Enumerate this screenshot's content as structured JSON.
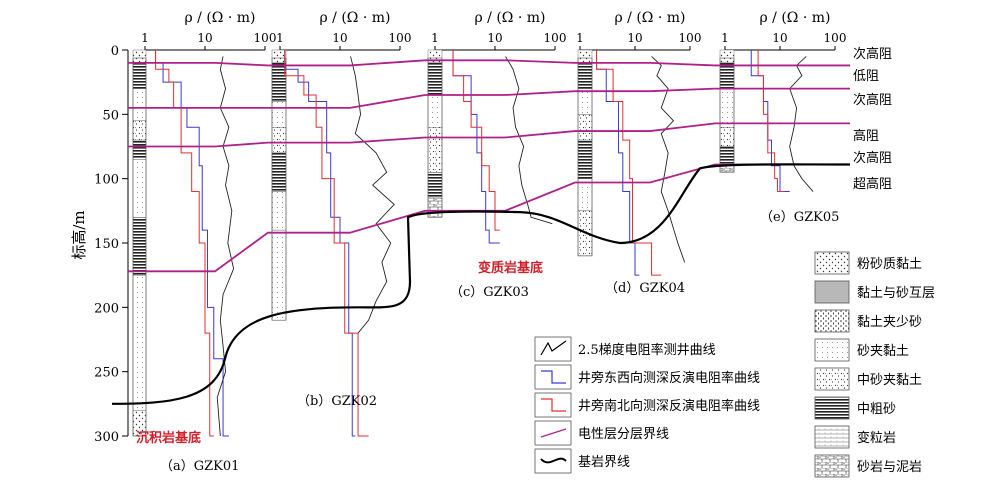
{
  "chart_data": {
    "type": "line",
    "axes": {
      "ylabel": "标高/m",
      "yticks": [
        "0",
        "50",
        "100",
        "150",
        "200",
        "250",
        "300"
      ],
      "ylim": [
        0,
        300
      ],
      "xlabel": "ρ / (Ω · m)",
      "xticks": [
        "1",
        "10",
        "100"
      ],
      "xlim": [
        1,
        100
      ],
      "xscale": "log"
    },
    "wells": [
      {
        "id": "GZK01",
        "caption": "（a）GZK01"
      },
      {
        "id": "GZK02",
        "caption": "（b）GZK02"
      },
      {
        "id": "GZK03",
        "caption": "（c）GZK03"
      },
      {
        "id": "GZK04",
        "caption": "（d）GZK04"
      },
      {
        "id": "GZK05",
        "caption": "（e）GZK05"
      }
    ],
    "zone_labels": [
      "次高阻",
      "低阻",
      "次高阻",
      "高阻",
      "次高阻",
      "超高阻"
    ],
    "basement_notes": [
      {
        "text": "沉积岩基底",
        "color": "#d0202a"
      },
      {
        "text": "变质岩基底",
        "color": "#d0202a"
      }
    ],
    "legend_curves": [
      {
        "key": "log",
        "label": "2.5梯度电阻率测井曲线",
        "color": "#000000"
      },
      {
        "key": "ew",
        "label": "井旁东西向测深反演电阻率曲线",
        "color": "#3a3ad0"
      },
      {
        "key": "ns",
        "label": "井旁南北向测深反演电阻率曲线",
        "color": "#e03030"
      },
      {
        "key": "layer",
        "label": "电性层分层界线",
        "color": "#b0208a"
      },
      {
        "key": "base",
        "label": "基岩界线",
        "color": "#000000"
      }
    ],
    "legend_lith": [
      {
        "key": "silty-clay",
        "label": "粉砂质黏土"
      },
      {
        "key": "clay-sand",
        "label": "黏土与砂互层"
      },
      {
        "key": "clay-sand-little",
        "label": "黏土夹少砂"
      },
      {
        "key": "sand-clay",
        "label": "砂夹黏土"
      },
      {
        "key": "msand-clay",
        "label": "中砂夹黏土"
      },
      {
        "key": "coarse-sand",
        "label": "中粗砂"
      },
      {
        "key": "meta",
        "label": "变粒岩"
      },
      {
        "key": "sandstone",
        "label": "砂岩与泥岩"
      }
    ],
    "series_ew": {
      "GZK01": [
        [
          1.5,
          0
        ],
        [
          2,
          10
        ],
        [
          4,
          25
        ],
        [
          5,
          45
        ],
        [
          8,
          60
        ],
        [
          9,
          90
        ],
        [
          11,
          140
        ],
        [
          14,
          200
        ],
        [
          20,
          240
        ],
        [
          25,
          300
        ]
      ],
      "GZK02": [
        [
          1.2,
          0
        ],
        [
          2,
          15
        ],
        [
          3,
          25
        ],
        [
          6,
          40
        ],
        [
          7,
          80
        ],
        [
          10,
          130
        ],
        [
          14,
          150
        ],
        [
          16,
          220
        ],
        [
          18,
          300
        ]
      ],
      "GZK03": [
        [
          2,
          0
        ],
        [
          4,
          20
        ],
        [
          5,
          50
        ],
        [
          6,
          80
        ],
        [
          7,
          110
        ],
        [
          8,
          140
        ],
        [
          12,
          150
        ]
      ],
      "GZK04": [
        [
          2,
          0
        ],
        [
          3,
          15
        ],
        [
          5,
          40
        ],
        [
          6,
          80
        ],
        [
          8,
          110
        ],
        [
          10,
          150
        ],
        [
          12,
          175
        ]
      ],
      "GZK05": [
        [
          3,
          0
        ],
        [
          5,
          20
        ],
        [
          6,
          40
        ],
        [
          7,
          70
        ],
        [
          10,
          90
        ],
        [
          15,
          110
        ]
      ]
    },
    "series_ns": {
      "GZK01": [
        [
          1.5,
          0
        ],
        [
          2.5,
          15
        ],
        [
          3,
          25
        ],
        [
          4,
          45
        ],
        [
          6,
          80
        ],
        [
          8,
          110
        ],
        [
          10,
          150
        ],
        [
          12,
          220
        ],
        [
          14,
          300
        ]
      ],
      "GZK02": [
        [
          1.2,
          0
        ],
        [
          2.5,
          20
        ],
        [
          4,
          35
        ],
        [
          5,
          60
        ],
        [
          8,
          100
        ],
        [
          12,
          150
        ],
        [
          20,
          220
        ],
        [
          30,
          300
        ]
      ],
      "GZK03": [
        [
          2,
          0
        ],
        [
          3,
          20
        ],
        [
          4,
          40
        ],
        [
          6,
          60
        ],
        [
          8,
          90
        ],
        [
          10,
          110
        ],
        [
          12,
          140
        ]
      ],
      "GZK04": [
        [
          2,
          0
        ],
        [
          4,
          15
        ],
        [
          6,
          40
        ],
        [
          8,
          70
        ],
        [
          9,
          100
        ],
        [
          20,
          150
        ],
        [
          30,
          175
        ]
      ],
      "GZK05": [
        [
          4,
          0
        ],
        [
          5,
          20
        ],
        [
          6,
          50
        ],
        [
          8,
          80
        ],
        [
          9,
          100
        ],
        [
          12,
          110
        ]
      ]
    },
    "series_log": {
      "GZK01": [
        [
          20,
          5
        ],
        [
          18,
          15
        ],
        [
          22,
          30
        ],
        [
          18,
          45
        ],
        [
          25,
          60
        ],
        [
          20,
          75
        ],
        [
          25,
          90
        ],
        [
          22,
          105
        ],
        [
          28,
          125
        ],
        [
          24,
          150
        ],
        [
          30,
          170
        ],
        [
          20,
          190
        ],
        [
          18,
          210
        ],
        [
          20,
          230
        ],
        [
          22,
          250
        ],
        [
          16,
          270
        ],
        [
          18,
          300
        ]
      ],
      "GZK02": [
        [
          15,
          5
        ],
        [
          18,
          20
        ],
        [
          20,
          35
        ],
        [
          22,
          50
        ],
        [
          18,
          65
        ],
        [
          40,
          80
        ],
        [
          60,
          95
        ],
        [
          35,
          105
        ],
        [
          80,
          120
        ],
        [
          40,
          135
        ],
        [
          70,
          150
        ],
        [
          50,
          165
        ],
        [
          60,
          180
        ],
        [
          40,
          195
        ],
        [
          30,
          210
        ],
        [
          20,
          220
        ]
      ],
      "GZK03": [
        [
          15,
          5
        ],
        [
          20,
          15
        ],
        [
          25,
          30
        ],
        [
          20,
          45
        ],
        [
          22,
          60
        ],
        [
          30,
          75
        ],
        [
          25,
          90
        ],
        [
          28,
          105
        ],
        [
          35,
          120
        ],
        [
          40,
          130
        ],
        [
          90,
          135
        ]
      ],
      "GZK04": [
        [
          20,
          5
        ],
        [
          30,
          12
        ],
        [
          25,
          20
        ],
        [
          40,
          30
        ],
        [
          30,
          45
        ],
        [
          50,
          55
        ],
        [
          30,
          65
        ],
        [
          40,
          80
        ],
        [
          35,
          95
        ],
        [
          30,
          110
        ],
        [
          40,
          125
        ],
        [
          60,
          150
        ],
        [
          80,
          165
        ]
      ],
      "GZK05": [
        [
          30,
          5
        ],
        [
          20,
          12
        ],
        [
          25,
          20
        ],
        [
          15,
          30
        ],
        [
          20,
          45
        ],
        [
          18,
          60
        ],
        [
          15,
          75
        ],
        [
          18,
          90
        ],
        [
          25,
          100
        ],
        [
          40,
          110
        ]
      ]
    },
    "layer_boundaries": [
      [
        [
          0,
          10
        ],
        [
          1,
          12
        ],
        [
          2,
          8
        ],
        [
          3,
          10
        ],
        [
          4,
          12
        ]
      ],
      [
        [
          0,
          45
        ],
        [
          1,
          45
        ],
        [
          2,
          35
        ],
        [
          3,
          32
        ],
        [
          4,
          30
        ]
      ],
      [
        [
          0,
          75
        ],
        [
          1,
          72
        ],
        [
          2,
          68
        ],
        [
          3,
          63
        ],
        [
          4,
          57
        ]
      ],
      [
        [
          0,
          172
        ],
        [
          1,
          142
        ],
        [
          2,
          125
        ],
        [
          3,
          103
        ],
        [
          4,
          89
        ]
      ]
    ]
  }
}
